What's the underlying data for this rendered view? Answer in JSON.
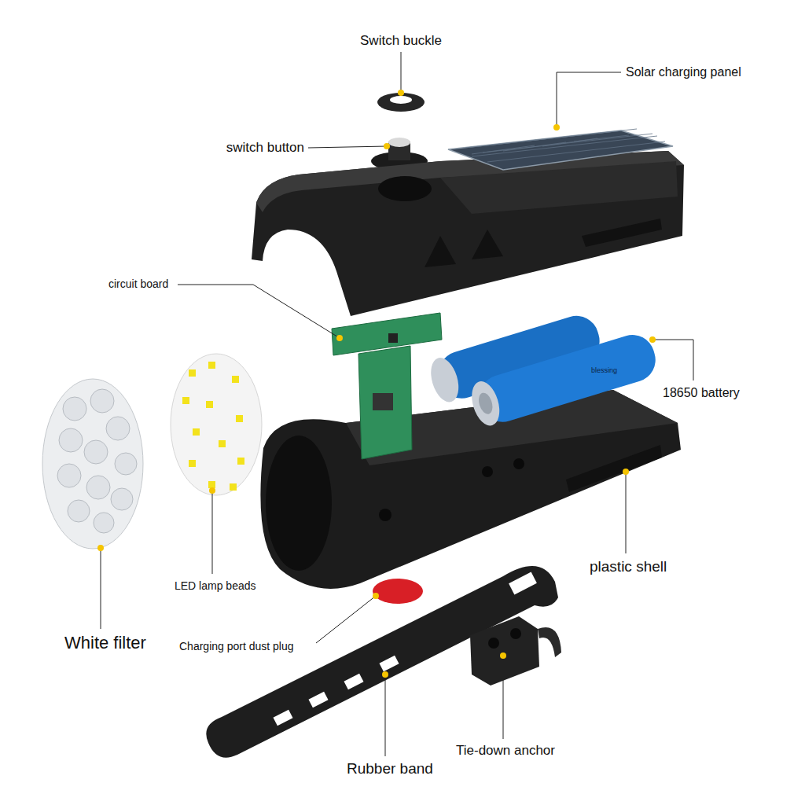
{
  "diagram": {
    "labels": [
      "Switch buckle",
      "Solar charging panel",
      "switch button",
      "circuit board",
      "18650 battery",
      "plastic shell",
      "LED lamp beads",
      "White filter",
      "Charging port dust plug",
      "Rubber band",
      "Tie-down anchor",
      "blessing"
    ]
  }
}
